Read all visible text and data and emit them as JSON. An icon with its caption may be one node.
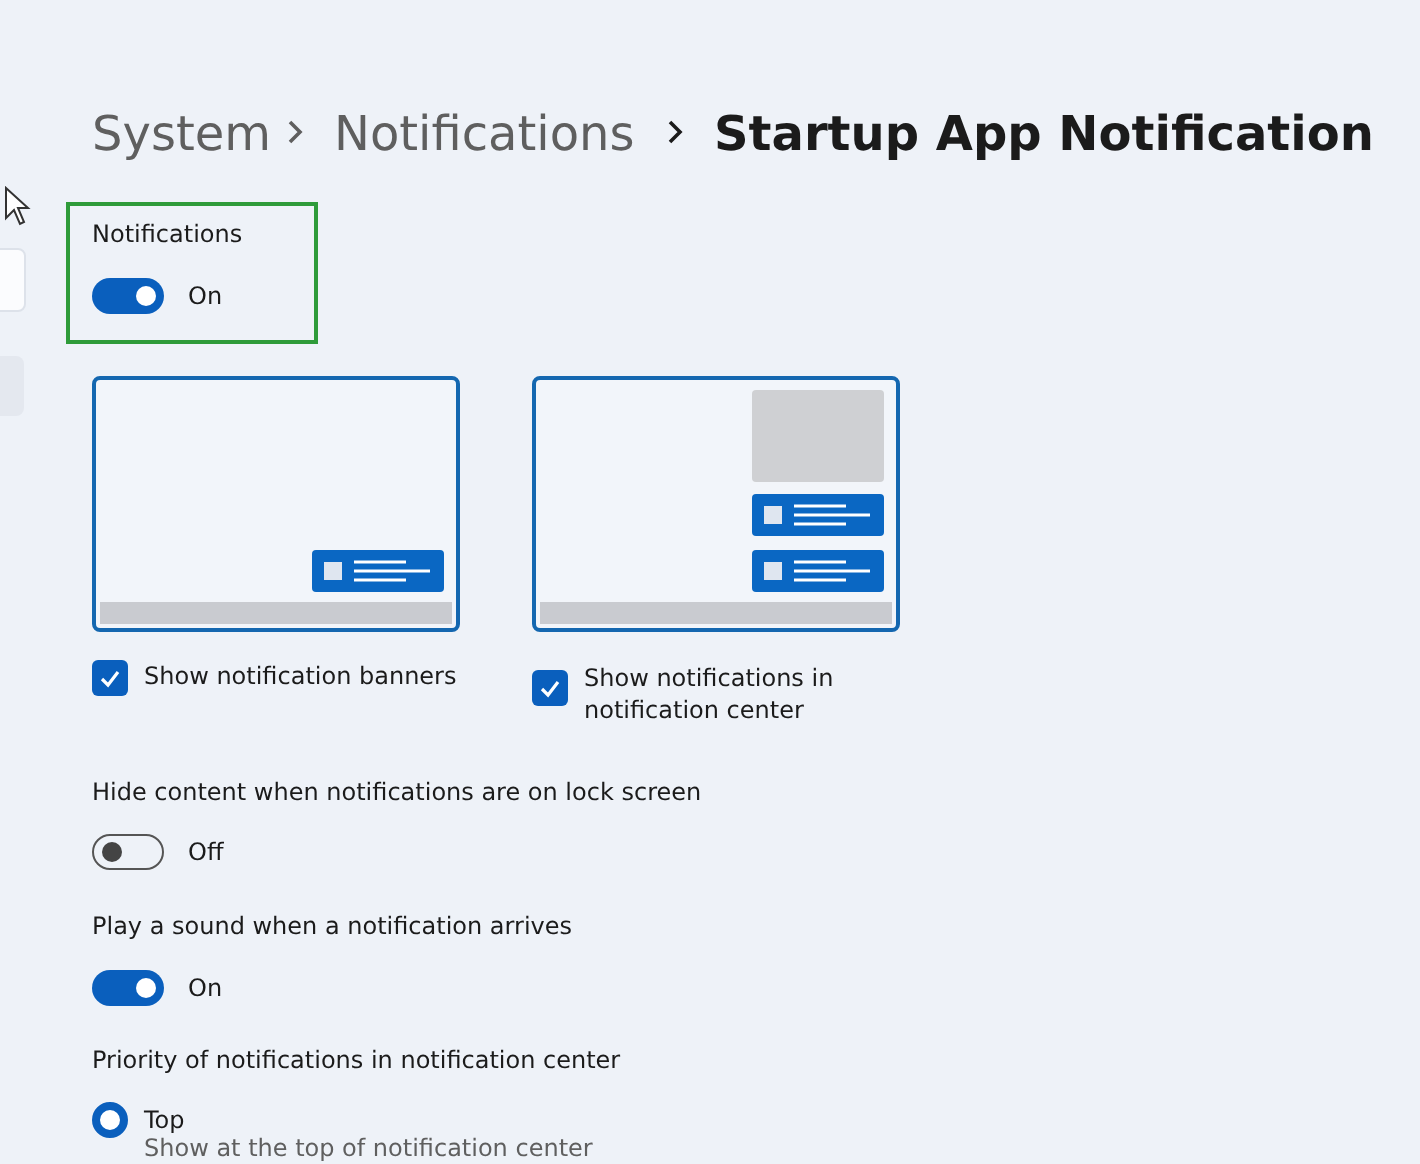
{
  "diagram": {
    "labels": [
      "System",
      "Notifications",
      "Startup App Notification",
      "Notifications",
      "On",
      "Show notification banners",
      "Show notifications in notification center",
      "Hide content when notifications are on lock screen",
      "Off",
      "Play a sound when a notification arrives",
      "On",
      "Priority of notifications in notification center",
      "Top",
      "Show at the top of notification center"
    ]
  }
}
